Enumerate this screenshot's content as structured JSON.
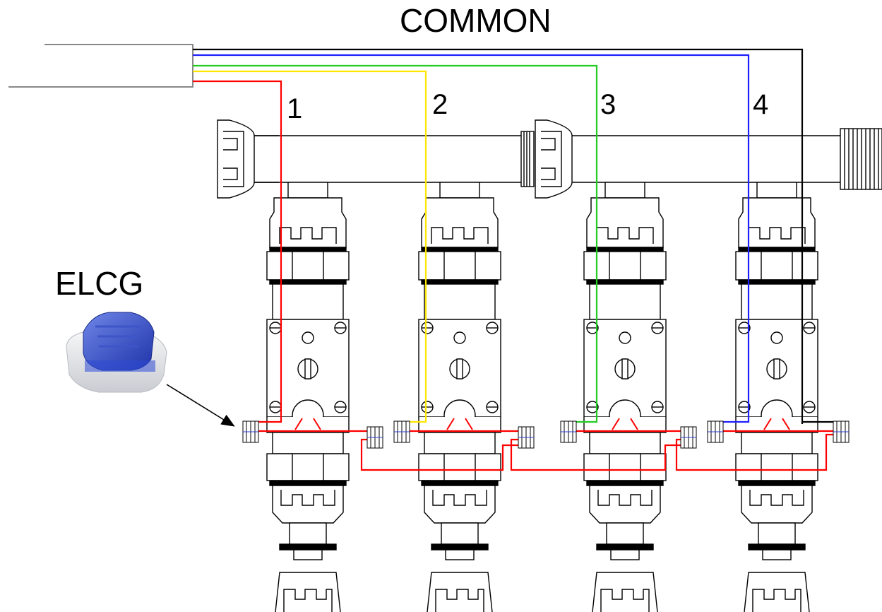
{
  "diagram": {
    "title": "COMMON",
    "connector_label": "ELCG",
    "zones": [
      {
        "label": "1",
        "wire_color": "#ff0000"
      },
      {
        "label": "2",
        "wire_color": "#ffe600"
      },
      {
        "label": "3",
        "wire_color": "#22cc22"
      },
      {
        "label": "4",
        "wire_color": "#1f1fff"
      }
    ],
    "common_wire_color": "#000000",
    "connector_icon": "gel-splice-connector-icon"
  }
}
